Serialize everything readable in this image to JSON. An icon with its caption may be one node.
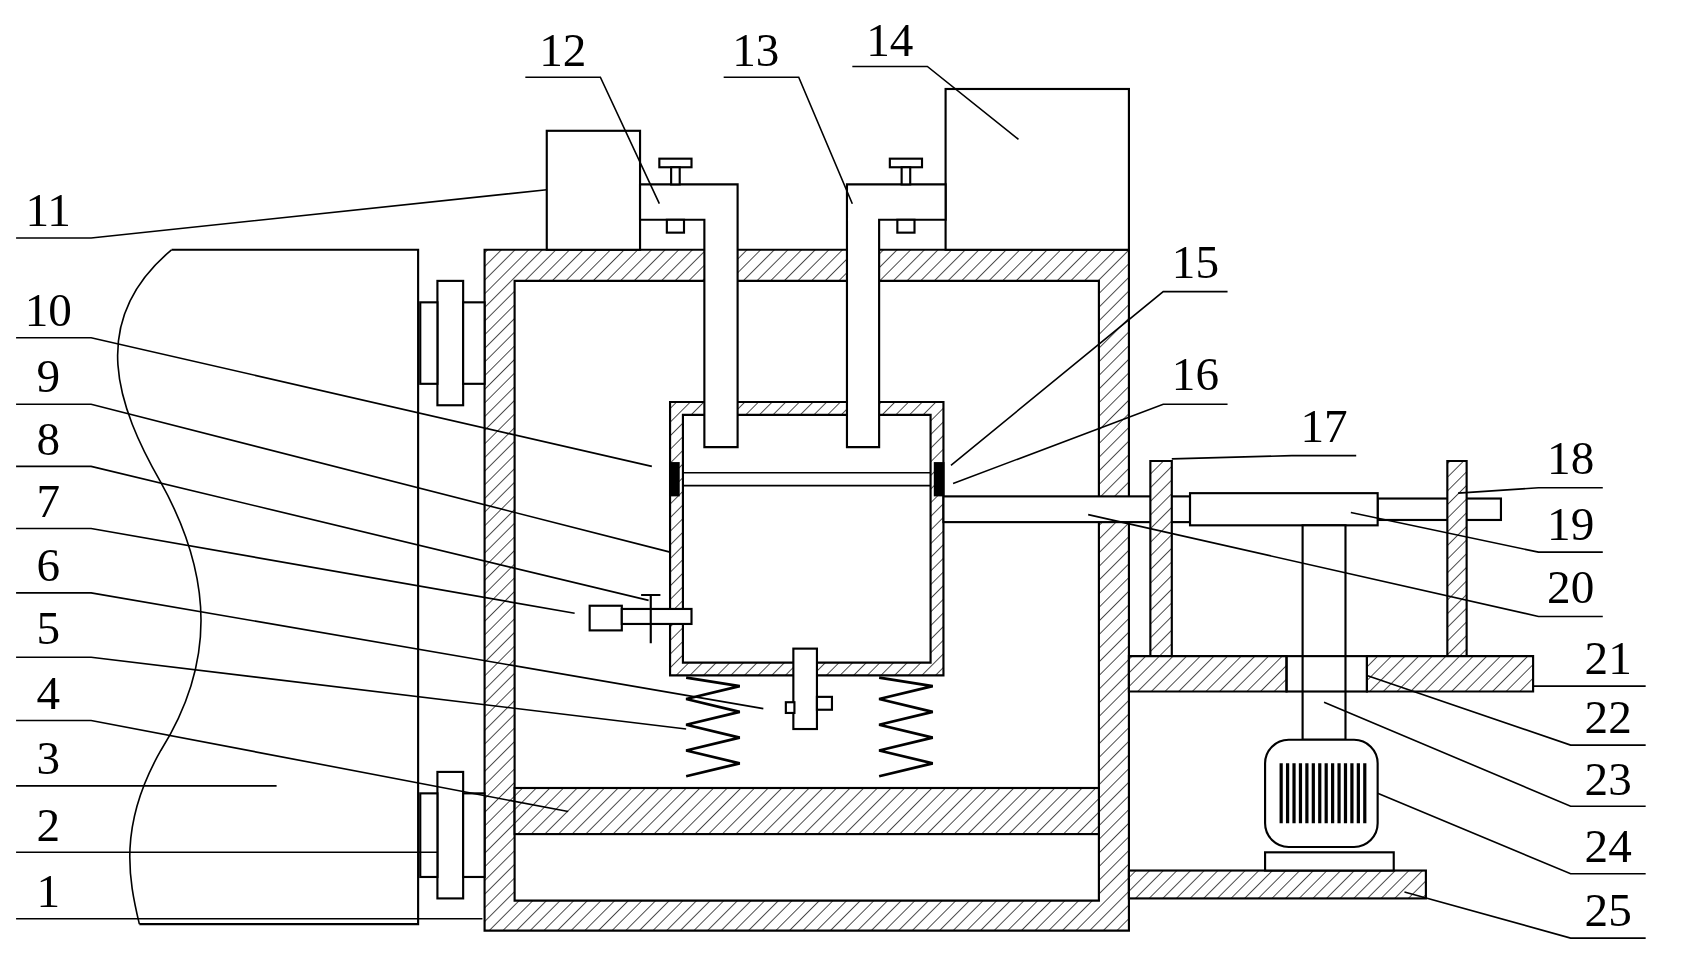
{
  "diagram": {
    "nodes": [
      {
        "text": [
          "1"
        ]
      },
      {
        "text": [
          "2"
        ]
      },
      {
        "text": [
          "3"
        ]
      },
      {
        "text": [
          "4"
        ]
      },
      {
        "text": [
          "5"
        ]
      },
      {
        "text": [
          "6"
        ]
      },
      {
        "text": [
          "7"
        ]
      },
      {
        "text": [
          "8"
        ]
      },
      {
        "text": [
          "9"
        ]
      },
      {
        "text": [
          "10"
        ]
      },
      {
        "text": [
          "11"
        ]
      },
      {
        "text": [
          "12"
        ]
      },
      {
        "text": [
          "13"
        ]
      },
      {
        "text": [
          "14"
        ]
      },
      {
        "text": [
          "15"
        ]
      },
      {
        "text": [
          "16"
        ]
      },
      {
        "text": [
          "17"
        ]
      },
      {
        "text": [
          "18"
        ]
      },
      {
        "text": [
          "19"
        ]
      },
      {
        "text": [
          "20"
        ]
      },
      {
        "text": [
          "21"
        ]
      },
      {
        "text": [
          "22"
        ]
      },
      {
        "text": [
          "23"
        ]
      },
      {
        "text": [
          "24"
        ]
      },
      {
        "text": [
          "25"
        ]
      }
    ],
    "edges": [
      {
        "from": 0,
        "to": null,
        "arrow": "none"
      },
      {
        "from": 1,
        "to": null,
        "arrow": "none"
      },
      {
        "from": 2,
        "to": null,
        "arrow": "none"
      },
      {
        "from": 3,
        "to": null,
        "arrow": "none"
      },
      {
        "from": 4,
        "to": null,
        "arrow": "none"
      },
      {
        "from": 5,
        "to": null,
        "arrow": "none"
      },
      {
        "from": 6,
        "to": null,
        "arrow": "none"
      },
      {
        "from": 7,
        "to": null,
        "arrow": "none"
      },
      {
        "from": 8,
        "to": null,
        "arrow": "none"
      },
      {
        "from": 9,
        "to": null,
        "arrow": "none"
      },
      {
        "from": 10,
        "to": null,
        "arrow": "none"
      },
      {
        "from": 11,
        "to": null,
        "arrow": "none"
      },
      {
        "from": 12,
        "to": null,
        "arrow": "none"
      },
      {
        "from": 13,
        "to": null,
        "arrow": "none"
      },
      {
        "from": 14,
        "to": null,
        "arrow": "none"
      },
      {
        "from": 15,
        "to": null,
        "arrow": "none"
      },
      {
        "from": 16,
        "to": null,
        "arrow": "none"
      },
      {
        "from": 17,
        "to": null,
        "arrow": "none"
      },
      {
        "from": 18,
        "to": null,
        "arrow": "none"
      },
      {
        "from": 19,
        "to": null,
        "arrow": "none"
      },
      {
        "from": 20,
        "to": null,
        "arrow": "none"
      },
      {
        "from": 21,
        "to": null,
        "arrow": "none"
      },
      {
        "from": 22,
        "to": null,
        "arrow": "none"
      },
      {
        "from": 23,
        "to": null,
        "arrow": "none"
      },
      {
        "from": 24,
        "to": null,
        "arrow": "none"
      }
    ]
  }
}
